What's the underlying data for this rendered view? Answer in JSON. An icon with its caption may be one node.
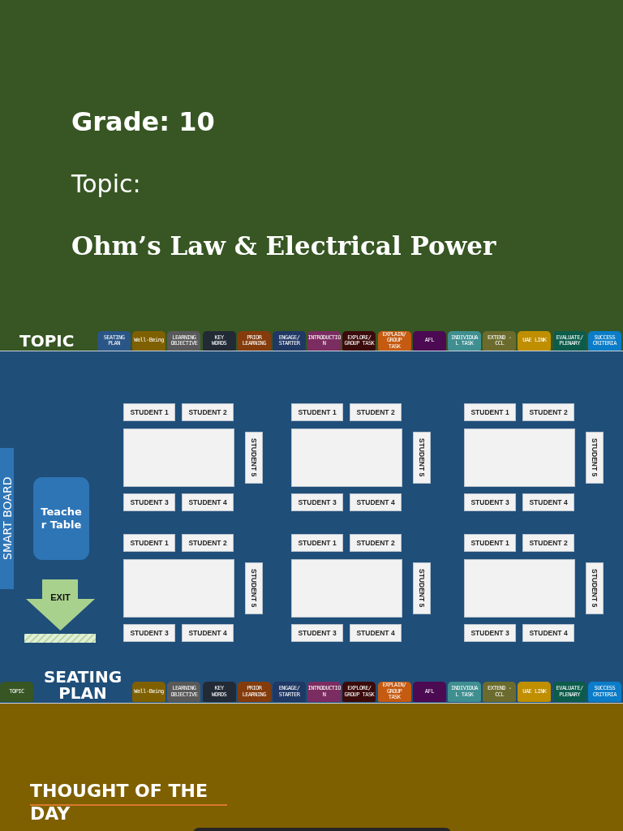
{
  "diagram": {
    "nodes": [
      {
        "text": [
          "Grade: 10",
          "Topic:",
          "Ohm’s Law & Electrical Power",
          "TOPIC"
        ]
      },
      {
        "text": [
          "SEATING PLAN"
        ],
        "in": 0
      },
      {
        "text": [
          "Well-Being"
        ],
        "in": 0
      },
      {
        "text": [
          "LEARNING OBJECTIVE"
        ],
        "in": 0
      },
      {
        "text": [
          "KEY WORDS"
        ],
        "in": 0
      },
      {
        "text": [
          "PRIOR LEARNING"
        ],
        "in": 0
      },
      {
        "text": [
          "ENGAGE/ STARTER"
        ],
        "in": 0
      },
      {
        "text": [
          "INTRODUCTIO N"
        ],
        "in": 0
      },
      {
        "text": [
          "EXPLORE/ GROUP TASK"
        ],
        "in": 0
      },
      {
        "text": [
          "EXPLAIN/ GROUP TASK"
        ],
        "in": 0
      },
      {
        "text": [
          "AFL"
        ],
        "in": 0
      },
      {
        "text": [
          "INDIVIDUA L TASK"
        ],
        "in": 0
      },
      {
        "text": [
          "EXTEND - CCL"
        ],
        "in": 0
      },
      {
        "text": [
          "UAE LINK"
        ],
        "in": 0
      },
      {
        "text": [
          "EVALUATE/ PLENARY"
        ],
        "in": 0
      },
      {
        "text": [
          "SUCCESS CRITERIA"
        ],
        "in": 0
      },
      {
        "text": [
          "SEATING PLAN"
        ]
      },
      {
        "text": [
          "SMART BOARD"
        ],
        "in": 16
      },
      {
        "text": [
          "Teache r Table"
        ],
        "in": 16
      },
      {
        "text": [
          "EXIT"
        ],
        "in": 16
      },
      {
        "text": [
          "STUDENT 1"
        ],
        "in": 16
      },
      {
        "text": [
          "STUDENT 2"
        ],
        "in": 16
      },
      {
        "text": [],
        "shape": "box",
        "in": 16
      },
      {
        "text": [
          "STUDENT 5"
        ],
        "in": 16
      },
      {
        "text": [
          "STUDENT 3"
        ],
        "in": 16
      },
      {
        "text": [
          "STUDENT 4"
        ],
        "in": 16
      },
      {
        "text": [
          "STUDENT 1"
        ],
        "in": 16
      },
      {
        "text": [
          "STUDENT 2"
        ],
        "in": 16
      },
      {
        "text": [],
        "shape": "box",
        "in": 16
      },
      {
        "text": [
          "STUDENT 5"
        ],
        "in": 16
      },
      {
        "text": [
          "STUDENT 3"
        ],
        "in": 16
      },
      {
        "text": [
          "STUDENT 4"
        ],
        "in": 16
      },
      {
        "text": [
          "STUDENT 1"
        ],
        "in": 16
      },
      {
        "text": [
          "STUDENT 2"
        ],
        "in": 16
      },
      {
        "text": [],
        "shape": "box",
        "in": 16
      },
      {
        "text": [
          "STUDENT 5"
        ],
        "in": 16
      },
      {
        "text": [
          "STUDENT 3"
        ],
        "in": 16
      },
      {
        "text": [
          "STUDENT 4"
        ],
        "in": 16
      },
      {
        "text": [
          "STUDENT 1"
        ],
        "in": 16
      },
      {
        "text": [
          "STUDENT 2"
        ],
        "in": 16
      },
      {
        "text": [],
        "shape": "box",
        "in": 16
      },
      {
        "text": [
          "STUDENT 5"
        ],
        "in": 16
      },
      {
        "text": [
          "STUDENT 3"
        ],
        "in": 16
      },
      {
        "text": [
          "STUDENT 4"
        ],
        "in": 16
      },
      {
        "text": [
          "STUDENT 1"
        ],
        "in": 16
      },
      {
        "text": [
          "STUDENT 2"
        ],
        "in": 16
      },
      {
        "text": [],
        "shape": "box",
        "in": 16
      },
      {
        "text": [
          "STUDENT 5"
        ],
        "in": 16
      },
      {
        "text": [
          "STUDENT 3"
        ],
        "in": 16
      },
      {
        "text": [
          "STUDENT 4"
        ],
        "in": 16
      },
      {
        "text": [
          "STUDENT 1"
        ],
        "in": 16
      },
      {
        "text": [
          "STUDENT 2"
        ],
        "in": 16
      },
      {
        "text": [],
        "shape": "box",
        "in": 16
      },
      {
        "text": [
          "STUDENT 5"
        ],
        "in": 16
      },
      {
        "text": [
          "STUDENT 3"
        ],
        "in": 16
      },
      {
        "text": [
          "STUDENT 4"
        ],
        "in": 16
      },
      {
        "text": [
          "TOPIC"
        ],
        "in": 16
      },
      {
        "text": [
          "Well-Being"
        ],
        "in": 16
      },
      {
        "text": [
          "LEARNING OBJECTIVE"
        ],
        "in": 16
      },
      {
        "text": [
          "KEY WORDS"
        ],
        "in": 16
      },
      {
        "text": [
          "PRIOR LEARNING"
        ],
        "in": 16
      },
      {
        "text": [
          "ENGAGE/ STARTER"
        ],
        "in": 16
      },
      {
        "text": [
          "INTRODUCTIO N"
        ],
        "in": 16
      },
      {
        "text": [
          "EXPLORE/ GROUP TASK"
        ],
        "in": 16
      },
      {
        "text": [
          "EXPLAIN/ GROUP TASK"
        ],
        "in": 16
      },
      {
        "text": [
          "AFL"
        ],
        "in": 16
      },
      {
        "text": [
          "INDIVIDUA L TASK"
        ],
        "in": 16
      },
      {
        "text": [
          "EXTEND - CCL"
        ],
        "in": 16
      },
      {
        "text": [
          "UAE LINK"
        ],
        "in": 16
      },
      {
        "text": [
          "EVALUATE/ PLENARY"
        ],
        "in": 16
      },
      {
        "text": [
          "SUCCESS CRITERIA"
        ],
        "in": 16
      },
      {
        "text": [
          "THOUGHT OF THE DAY"
        ]
      }
    ]
  }
}
